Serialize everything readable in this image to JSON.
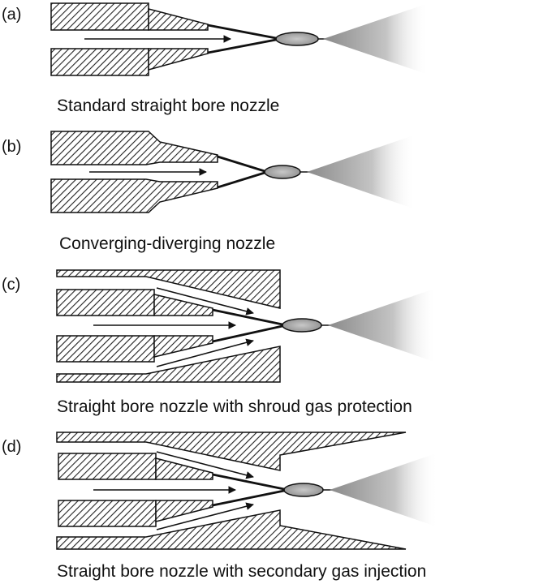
{
  "panels": [
    {
      "label": "(a)",
      "caption": "Standard straight bore nozzle"
    },
    {
      "label": "(b)",
      "caption": "Converging-diverging nozzle"
    },
    {
      "label": "(c)",
      "caption": "Straight bore nozzle with shroud gas protection"
    },
    {
      "label": "(d)",
      "caption": "Straight bore nozzle with secondary gas injection"
    }
  ],
  "colors": {
    "ink": "#111111",
    "particle": "#9a9a9a",
    "plume": "#a8a8a8"
  }
}
